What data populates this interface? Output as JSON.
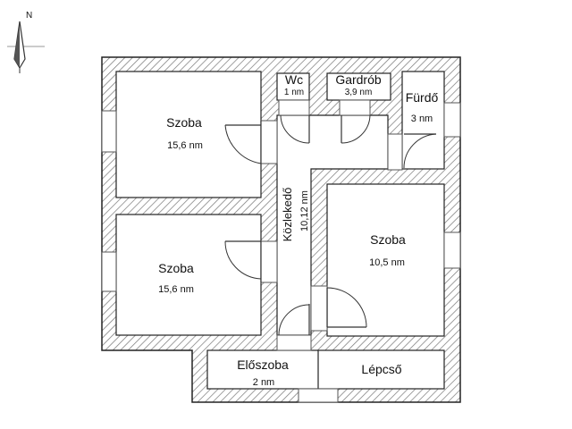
{
  "compass": {
    "label": "N"
  },
  "rooms": {
    "bedroom_top_left": {
      "name": "Szoba",
      "area": "15,6 nm"
    },
    "bedroom_bottom_left": {
      "name": "Szoba",
      "area": "15,6 nm"
    },
    "bedroom_right": {
      "name": "Szoba",
      "area": "10,5 nm"
    },
    "wc": {
      "name": "Wc",
      "area": "1 nm"
    },
    "wardrobe": {
      "name": "Gardrób",
      "area": "3,9 nm"
    },
    "bathroom": {
      "name": "Fürdő",
      "area": "3 nm"
    },
    "corridor": {
      "name": "Közlekedő",
      "area": "10,12 nm"
    },
    "entry": {
      "name": "Előszoba",
      "area": "2 nm"
    },
    "stairs": {
      "name": "Lépcső"
    }
  },
  "colors": {
    "wall_hatch": "#777777",
    "wall_fill": "#ffffff",
    "outline": "#222222"
  }
}
